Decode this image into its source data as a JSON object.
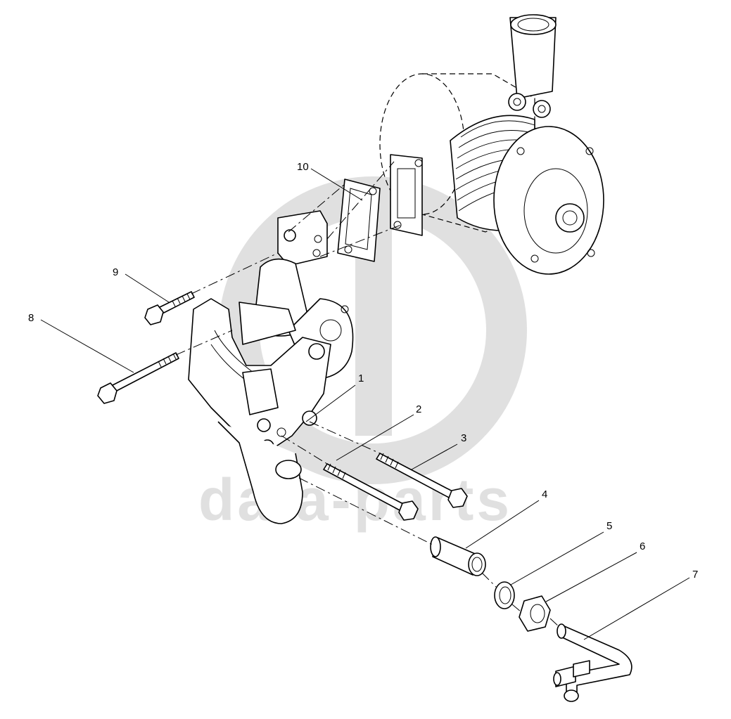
{
  "watermark": {
    "text": "data-parts",
    "color": "#e0e0e0"
  },
  "callouts": [
    {
      "id": "1",
      "label": "1"
    },
    {
      "id": "2",
      "label": "2"
    },
    {
      "id": "3",
      "label": "3"
    },
    {
      "id": "4",
      "label": "4"
    },
    {
      "id": "5",
      "label": "5"
    },
    {
      "id": "6",
      "label": "6"
    },
    {
      "id": "7",
      "label": "7"
    },
    {
      "id": "8",
      "label": "8"
    },
    {
      "id": "9",
      "label": "9"
    },
    {
      "id": "10",
      "label": "10"
    }
  ]
}
